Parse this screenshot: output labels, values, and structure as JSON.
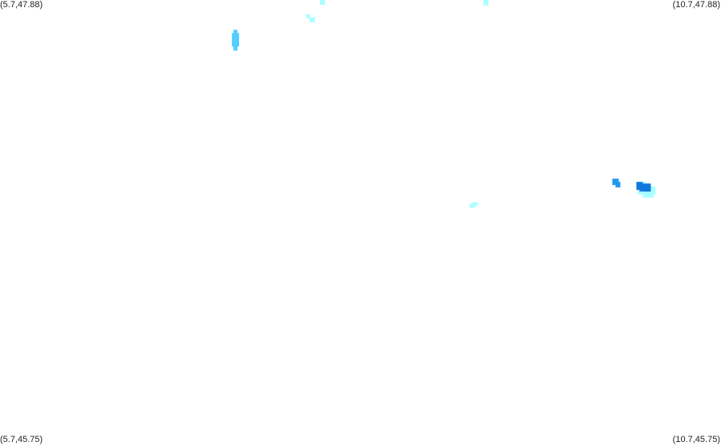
{
  "map": {
    "corners": {
      "top_left": "(5.7,47.88)",
      "top_right": "(10.7,47.88)",
      "bottom_left": "(5.7,45.75)",
      "bottom_right": "(10.7,45.75)"
    },
    "extent": {
      "lon_min": 5.7,
      "lon_max": 10.7,
      "lat_min": 45.75,
      "lat_max": 47.88
    },
    "colors": {
      "background": "#ffffff",
      "very_light_cyan": "#aaffff",
      "light_blue": "#55ccff",
      "mid_blue": "#2299ee",
      "dark_blue": "#1177dd"
    },
    "precip_cells": [
      {
        "lon": 7.93,
        "lat": 47.88,
        "level": "very_light_cyan"
      },
      {
        "lon": 7.84,
        "lat": 47.8,
        "level": "very_light_cyan"
      },
      {
        "lon": 9.07,
        "lat": 47.88,
        "level": "very_light_cyan"
      },
      {
        "lon": 7.33,
        "lat": 47.69,
        "level": "light_blue"
      },
      {
        "lon": 8.99,
        "lat": 46.89,
        "level": "very_light_cyan"
      },
      {
        "lon": 9.98,
        "lat": 47.0,
        "level": "mid_blue"
      },
      {
        "lon": 10.19,
        "lat": 46.97,
        "level": "very_light_cyan"
      },
      {
        "lon": 10.18,
        "lat": 46.98,
        "level": "dark_blue"
      }
    ]
  }
}
